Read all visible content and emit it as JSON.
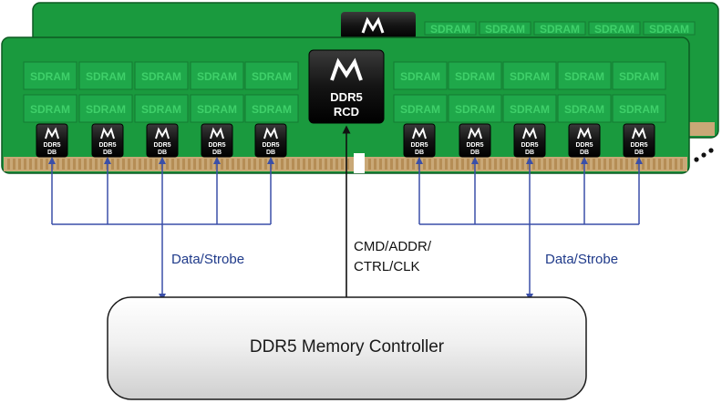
{
  "modules": {
    "sdram_label": "SDRAM",
    "rcd": {
      "line1": "DDR5",
      "line2": "RCD"
    },
    "db": {
      "line1": "DDR5",
      "line2": "DB"
    },
    "ellipsis": "..."
  },
  "signals": {
    "data_left": "Data/Strobe",
    "data_right": "Data/Strobe",
    "cmd_line1": "CMD/ADDR/",
    "cmd_line2": "CTRL/CLK"
  },
  "controller": {
    "label": "DDR5 Memory Controller"
  },
  "colors": {
    "pcb": "#1a9a3e",
    "sdram_chip": "#1fa84a",
    "sdram_text": "#3fd06a",
    "chip_dark": "#111111",
    "gold_contacts": "#c9a877",
    "signal_blue": "#3a4fa8",
    "controller_fill": "#efefef"
  }
}
